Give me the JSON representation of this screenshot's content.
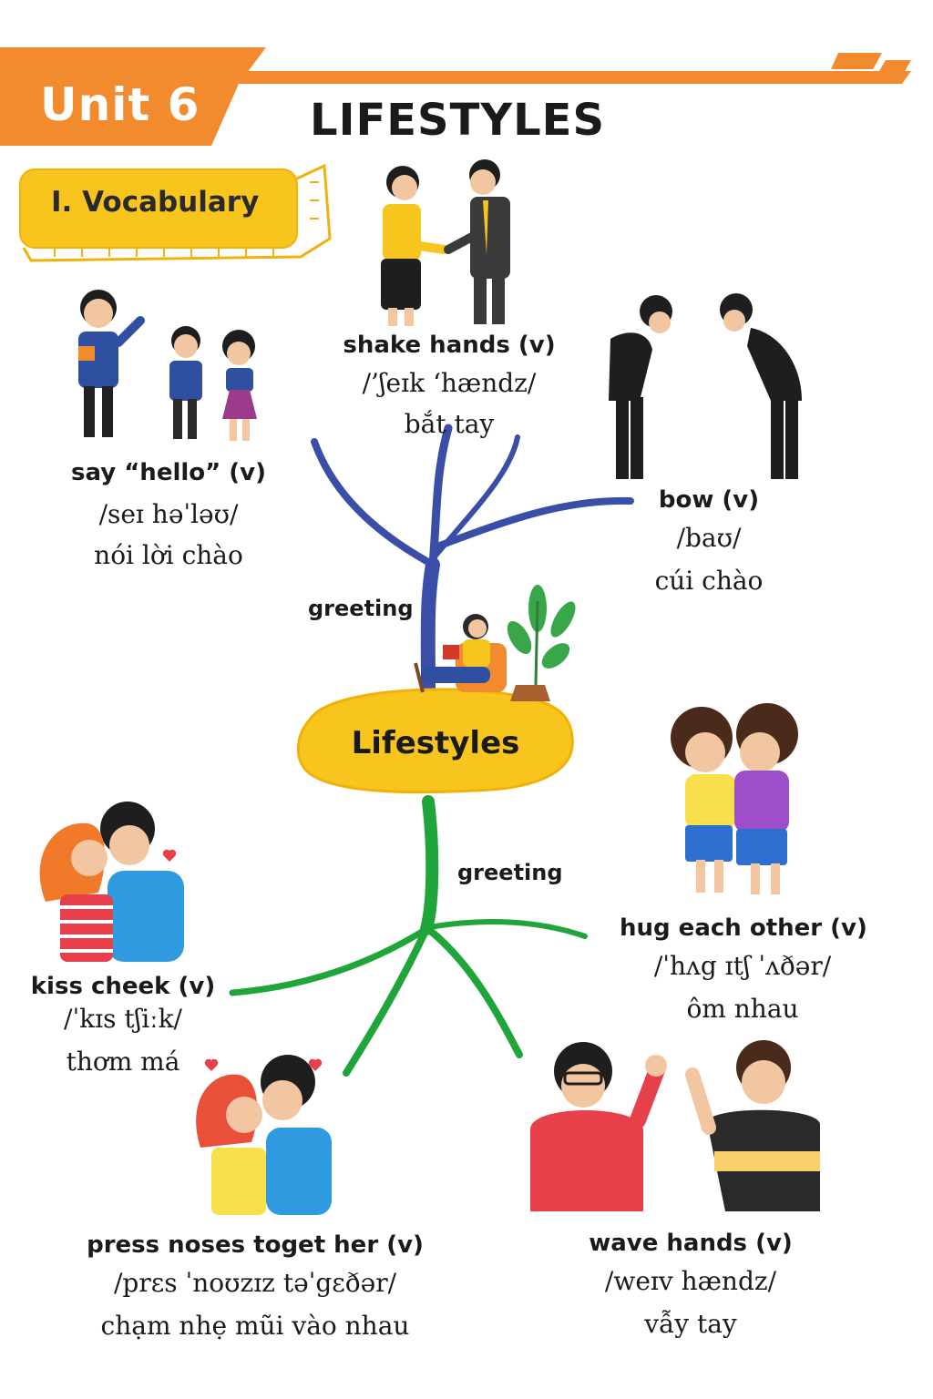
{
  "header": {
    "unit_label": "Unit 6",
    "title": "LIFESTYLES",
    "section_label": "I. Vocabulary"
  },
  "mindmap": {
    "center_label": "Lifestyles",
    "branch_top_label": "greeting",
    "branch_bottom_label": "greeting",
    "items": [
      {
        "word": "say “hello” (v)",
        "ipa": "/seɪ həˈləʊ/",
        "meaning": "nói lời chào"
      },
      {
        "word": "shake hands (v)",
        "ipa": "/’ʃeɪk ‘hændz/",
        "meaning": "bắt tay"
      },
      {
        "word": "bow (v)",
        "ipa": "/baʊ/",
        "meaning": "cúi chào"
      },
      {
        "word": "hug each other (v)",
        "ipa": "/ˈhʌg ɪtʃ ˈʌðər/",
        "meaning": "ôm nhau"
      },
      {
        "word": "kiss cheek (v)",
        "ipa": "/ˈkɪs tʃiːk/",
        "meaning": "thơm má"
      },
      {
        "word": "press noses toget her (v)",
        "ipa": "/prɛs ˈnoʊzɪz təˈgɛðər/",
        "meaning": "chạm nhẹ mũi vào nhau"
      },
      {
        "word": "wave hands (v)",
        "ipa": "/weɪv hændz/",
        "meaning": "vẫy tay"
      }
    ]
  },
  "colors": {
    "orange": "#f28a2e",
    "yellow": "#f7c51e",
    "blue_branch": "#3a4ea8",
    "green_branch": "#1fa53a"
  }
}
